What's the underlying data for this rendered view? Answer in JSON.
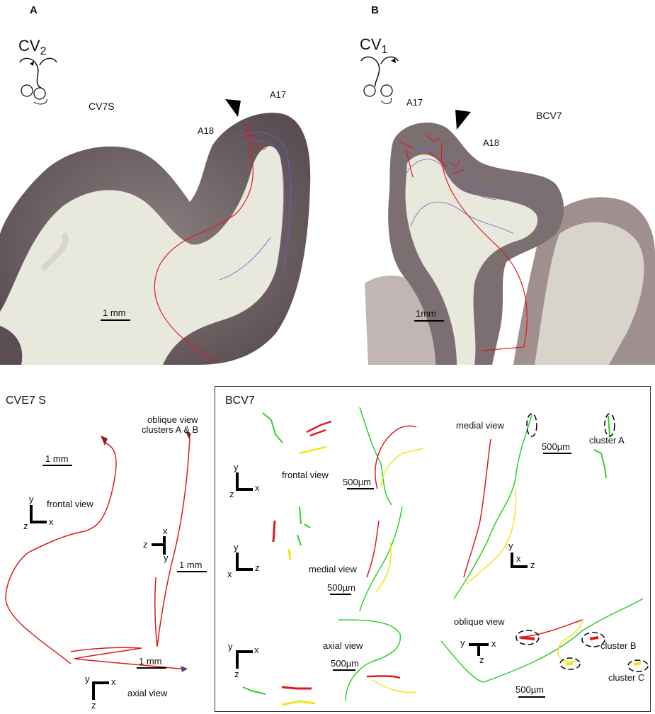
{
  "panelA": {
    "letter": "A",
    "cv": "CV",
    "cv_sub": "2",
    "case": "CV7S",
    "area_left": "A18",
    "area_right": "A17",
    "scale": "1 mm"
  },
  "panelB": {
    "letter": "B",
    "cv": "CV",
    "cv_sub": "1",
    "case": "BCV7",
    "area_left": "A17",
    "area_right": "A18",
    "scale": "1mm"
  },
  "lowerLeft": {
    "title": "CVE7 S",
    "oblique_line1": "oblique view",
    "oblique_line2": "clusters A & B",
    "scale_top": "1 mm",
    "frontal": "frontal view",
    "scale_mid": "1 mm",
    "scale_bottom": "1 mm",
    "axial": "axial view",
    "axes_frontal": {
      "v": "y",
      "h": "x",
      "o": "z"
    },
    "axes_oblique": {
      "v": "x",
      "h": "z",
      "o": "y"
    },
    "axes_axial": {
      "v": "y",
      "h": "x",
      "o": "z"
    }
  },
  "lowerRight": {
    "title": "BCV7",
    "frontal": "frontal view",
    "medial_top": "medial view",
    "medial_mid": "medial view",
    "axial": "axial view",
    "oblique": "oblique view",
    "cluster_a": "cluster A",
    "cluster_b": "cluster B",
    "cluster_c": "cluster C",
    "scale_frontal": "500µm",
    "scale_cluster_a": "500µm",
    "scale_medial": "500µm",
    "scale_axial": "500µm",
    "scale_oblique": "500µm",
    "axes_r1": {
      "v": "y",
      "h": "x",
      "o": "z"
    },
    "axes_r2": {
      "v": "y",
      "h": "z",
      "o": "x"
    },
    "axes_r2b": {
      "v": "y",
      "h": "z",
      "o": "x"
    },
    "axes_r3": {
      "v": "y",
      "h": "x",
      "o": "z"
    },
    "axes_r3b": {
      "v": "y",
      "h": "x",
      "o": "z"
    }
  },
  "colors": {
    "red": "#e0191b",
    "green": "#2ed12a",
    "yellow": "#f2e61a",
    "tissue": "#7b6f71",
    "white_matter": "#e9e8dc"
  }
}
